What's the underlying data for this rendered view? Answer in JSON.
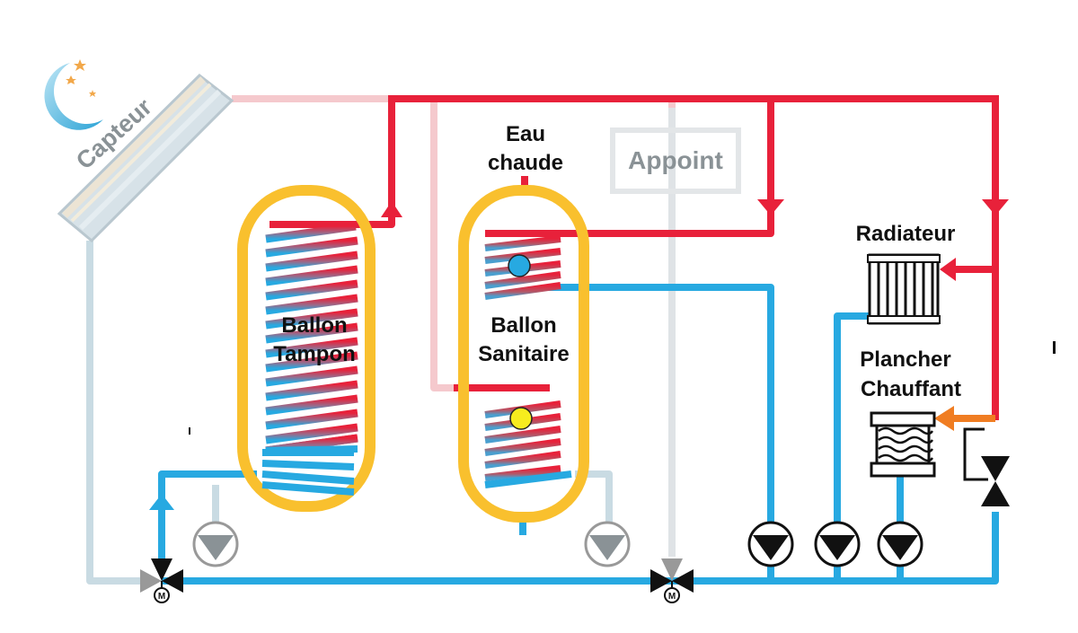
{
  "labels": {
    "capteur": "Capteur",
    "eau_chaude_line1": "Eau",
    "eau_chaude_line2": "chaude",
    "appoint": "Appoint",
    "ballon_tampon_line1": "Ballon",
    "ballon_tampon_line2": "Tampon",
    "ballon_sanitaire_line1": "Ballon",
    "ballon_sanitaire_line2": "Sanitaire",
    "radiateur": "Radiateur",
    "plancher_line1": "Plancher",
    "plancher_line2": "Chauffant",
    "valve_motor": "M"
  },
  "colors": {
    "hot": "#e8213a",
    "cold": "#27a9e1",
    "tank": "#f9c02e",
    "faded_hot": "#f5c9cd",
    "faded_cold": "#c9dbe3",
    "grey": "#8a9296",
    "orange": "#f07d22"
  }
}
